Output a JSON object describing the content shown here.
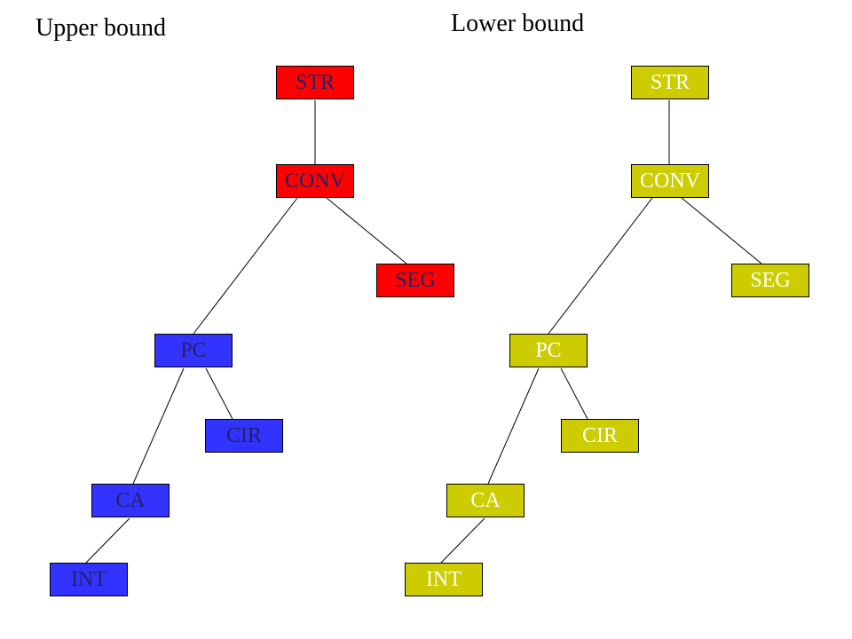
{
  "titles": {
    "upper": "Upper bound",
    "lower": "Lower bound"
  },
  "colors": {
    "red": "#ff0000",
    "blue": "#3333ff",
    "olive": "#cccc00",
    "edge": "#000000"
  },
  "upper_tree": {
    "str": "STR",
    "conv": "CONV",
    "seg": "SEG",
    "pc": "PC",
    "cir": "CIR",
    "ca": "CA",
    "int": "INT"
  },
  "lower_tree": {
    "str": "STR",
    "conv": "CONV",
    "seg": "SEG",
    "pc": "PC",
    "cir": "CIR",
    "ca": "CA",
    "int": "INT"
  },
  "edges": [
    [
      "STR",
      "CONV"
    ],
    [
      "CONV",
      "SEG"
    ],
    [
      "CONV",
      "PC"
    ],
    [
      "PC",
      "CIR"
    ],
    [
      "PC",
      "CA"
    ],
    [
      "CA",
      "INT"
    ]
  ]
}
